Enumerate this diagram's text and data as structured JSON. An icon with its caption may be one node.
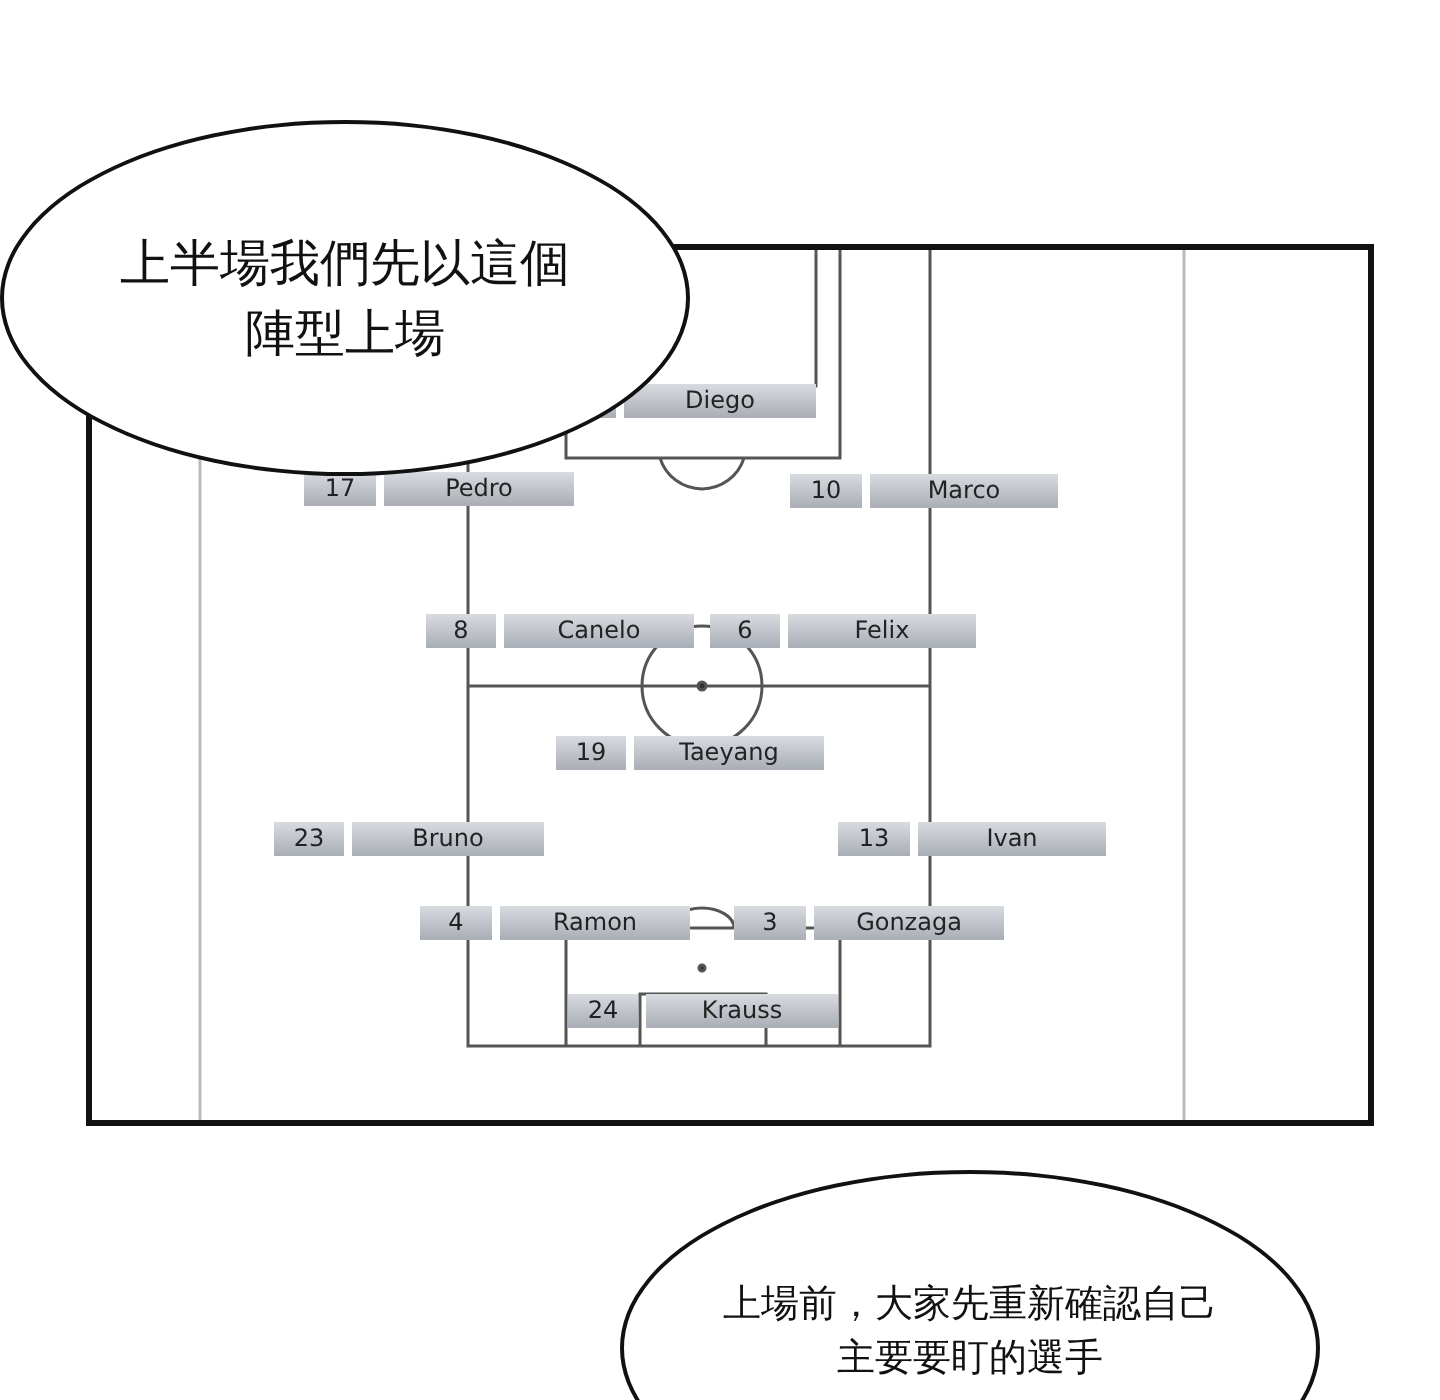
{
  "diagram": {
    "nodes": [
      {
        "text": [
          "上半場我們先以這個陣型上場"
        ]
      },
      {
        "text": [
          "Diego"
        ]
      },
      {
        "text": [
          "17",
          "Pedro"
        ]
      },
      {
        "text": [
          "10",
          "Marco"
        ]
      },
      {
        "text": [
          "8",
          "Canelo"
        ]
      },
      {
        "text": [
          "6",
          "Felix"
        ]
      },
      {
        "text": [
          "19",
          "Taeyang"
        ]
      },
      {
        "text": [
          "23",
          "Bruno"
        ]
      },
      {
        "text": [
          "13",
          "Ivan"
        ]
      },
      {
        "text": [
          "4",
          "Ramon"
        ]
      },
      {
        "text": [
          "3",
          "Gonzaga"
        ]
      },
      {
        "text": [
          "24",
          "Krauss"
        ]
      },
      {
        "text": [
          "上場前，大家先重新確認自己主要要盯的選手"
        ]
      }
    ]
  }
}
